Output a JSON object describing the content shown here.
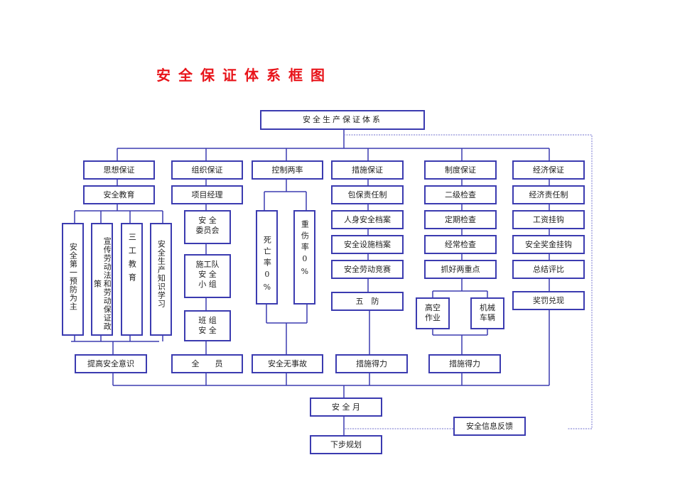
{
  "title": "安全保证体系框图",
  "root": "安全生产保证体系",
  "columns": [
    {
      "header": "思想保证",
      "sub": "安全教育",
      "vertical_items": [
        "安全第一预防为主",
        "宣传劳动法和劳动保证政策",
        "三工教育",
        "安全生产知识学习"
      ],
      "result": "提高安全意识"
    },
    {
      "header": "组织保证",
      "sub": "项目经理",
      "chain": [
        "安 全\n委员会",
        "施工队\n安 全\n小 组",
        "班 组\n安 全"
      ],
      "result": "全　　员"
    },
    {
      "header": "控制两率",
      "vertical_items": [
        "死亡率0%",
        "重伤率0%"
      ],
      "result": "安全无事故"
    },
    {
      "header": "措施保证",
      "items": [
        "包保责任制",
        "人身安全档案",
        "安全设施档案",
        "安全劳动竞赛",
        "五　防"
      ],
      "result": "措施得力"
    },
    {
      "header": "制度保证",
      "items": [
        "二级检查",
        "定期检查",
        "经常检查",
        "抓好两重点"
      ],
      "branches": [
        "高空\n作业",
        "机械\n车辆"
      ],
      "result": "措施得力"
    },
    {
      "header": "经济保证",
      "items": [
        "经济责任制",
        "工资挂钩",
        "安全奖金挂钩",
        "总结评比",
        "奖罚兑现"
      ]
    }
  ],
  "safety_month": "安 全 月",
  "next_plan": "下步规划",
  "feedback": "安全信息反馈",
  "colors": {
    "title": "#e8141a",
    "line": "#3b3bb0",
    "dotted": "#8c8cd8"
  }
}
